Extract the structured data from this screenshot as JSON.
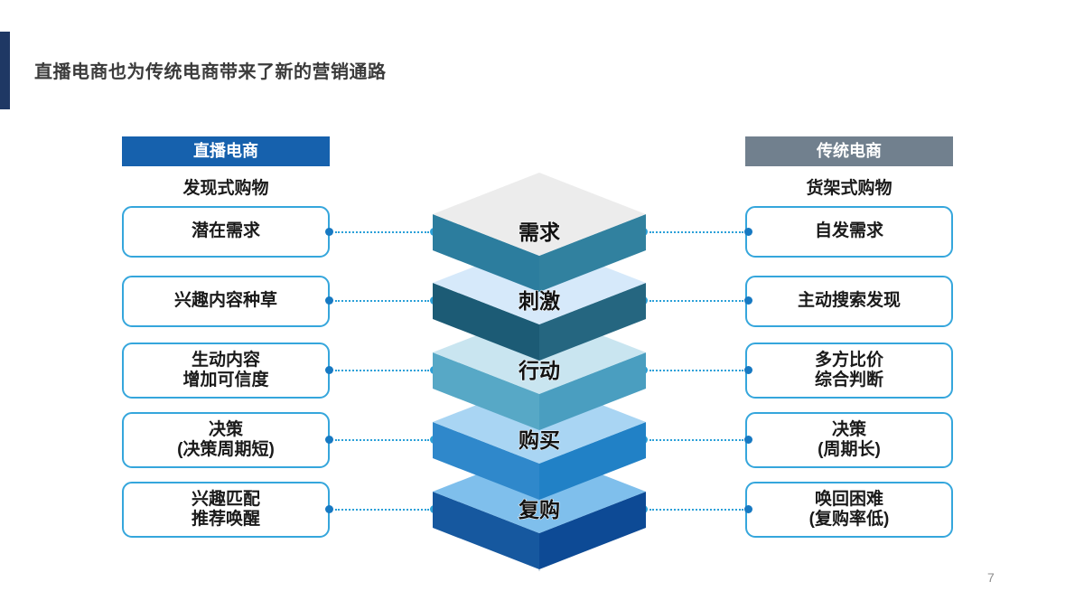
{
  "page": {
    "title": "直播电商也为传统电商带来了新的营销通路",
    "page_number": "7"
  },
  "left_column": {
    "header": "直播电商",
    "subtitle": "发现式购物",
    "items": [
      {
        "lines": [
          "潜在需求",
          ""
        ]
      },
      {
        "lines": [
          "兴趣内容种草",
          ""
        ]
      },
      {
        "lines": [
          "生动内容",
          "增加可信度"
        ]
      },
      {
        "lines": [
          "决策",
          "(决策周期短)"
        ]
      },
      {
        "lines": [
          "兴趣匹配",
          "推荐唤醒"
        ]
      }
    ]
  },
  "right_column": {
    "header": "传统电商",
    "subtitle": "货架式购物",
    "items": [
      {
        "lines": [
          "自发需求",
          ""
        ]
      },
      {
        "lines": [
          "主动搜索发现",
          ""
        ]
      },
      {
        "lines": [
          "多方比价",
          "综合判断"
        ]
      },
      {
        "lines": [
          "决策",
          "(周期长)"
        ]
      },
      {
        "lines": [
          "唤回困难",
          "(复购率低)"
        ]
      }
    ]
  },
  "funnel": {
    "layers": [
      {
        "label": "需求",
        "colors": {
          "top": "#ECECEC",
          "left": "#2C7D9E",
          "right": "#31819F"
        }
      },
      {
        "label": "刺激",
        "colors": {
          "top": "#D6E9FA",
          "left": "#1C5B75",
          "right": "#256680"
        }
      },
      {
        "label": "行动",
        "colors": {
          "top": "#C9E5F0",
          "left": "#57A8C6",
          "right": "#4A9EC0"
        }
      },
      {
        "label": "购买",
        "colors": {
          "top": "#A9D5F3",
          "left": "#2F88CB",
          "right": "#2181C6"
        }
      },
      {
        "label": "复购",
        "colors": {
          "top": "#7FBFEC",
          "left": "#16589F",
          "right": "#0D4A95"
        }
      }
    ]
  },
  "colors": {
    "accent_bar": "#1F3864",
    "left_header_bg": "#1661AD",
    "right_header_bg": "#71808E",
    "box_border": "#35A6DC",
    "connector_dot_dark": "#1779C2",
    "connector_dot_light": "#2AA0D8"
  }
}
